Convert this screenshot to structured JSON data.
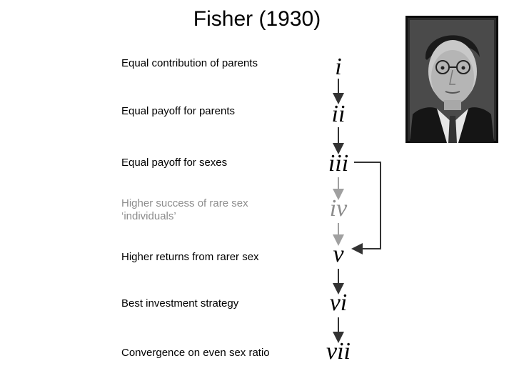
{
  "title": "Fisher (1930)",
  "steps": [
    {
      "label": "Equal contribution of parents",
      "numeral": "i"
    },
    {
      "label": "Equal payoff for parents",
      "numeral": "ii"
    },
    {
      "label": "Equal payoff for sexes",
      "numeral": "iii"
    },
    {
      "label_line1": "Higher success of rare sex",
      "label_line2": "‘individuals’",
      "numeral": "iv"
    },
    {
      "label": "Higher returns from rarer sex",
      "numeral": "v"
    },
    {
      "label": "Best investment strategy",
      "numeral": "vi"
    },
    {
      "label": "Convergence on even sex ratio",
      "numeral": "vii"
    }
  ],
  "colors": {
    "text": "#000000",
    "faded": "#8c8c8c",
    "arrow": "#333333",
    "arrow_faded": "#a0a0a0"
  },
  "portrait": {
    "icon": "fisher-portrait-photo"
  }
}
